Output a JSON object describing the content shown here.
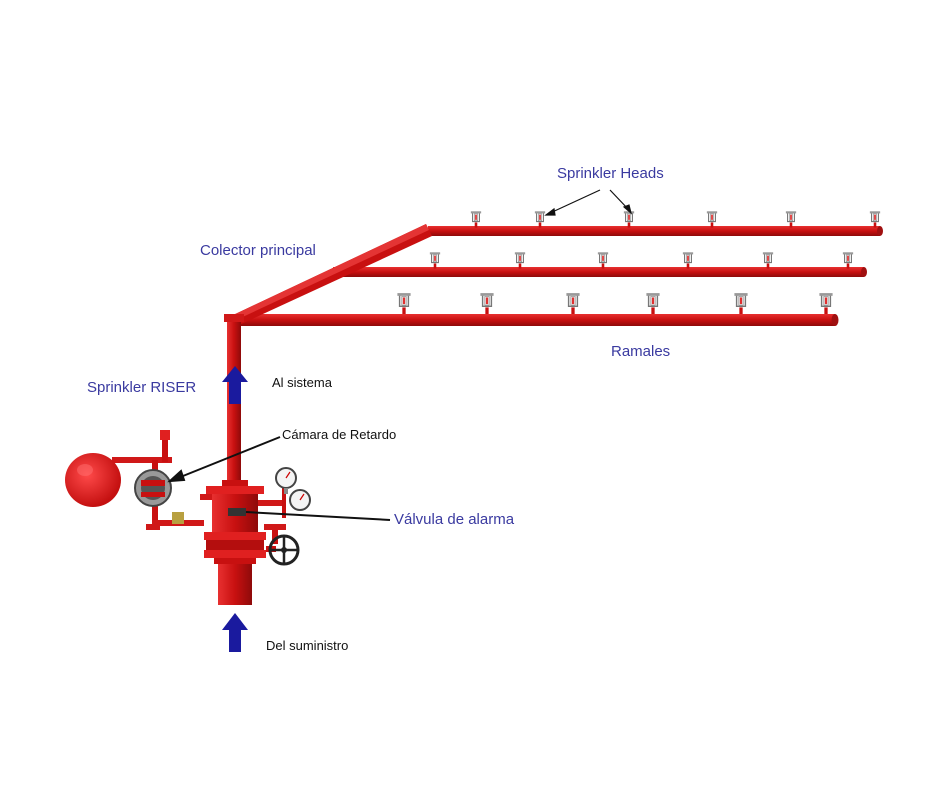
{
  "labels": {
    "sprinkler_heads": "Sprinkler Heads",
    "colector_principal": "Colector principal",
    "ramales": "Ramales",
    "sprinkler_riser": "Sprinkler RISER",
    "al_sistema": "Al sistema",
    "camara_de_retardo": "Cámara de Retardo",
    "valvula_de_alarma": "Válvula de alarma",
    "del_suministro": "Del suministro"
  },
  "colors": {
    "pipe": "#d01818",
    "pipe_dark": "#9c0d0d",
    "label_blue": "#3a3aa0",
    "arrow_blue": "#1a1a9e",
    "label_black": "#111111"
  }
}
